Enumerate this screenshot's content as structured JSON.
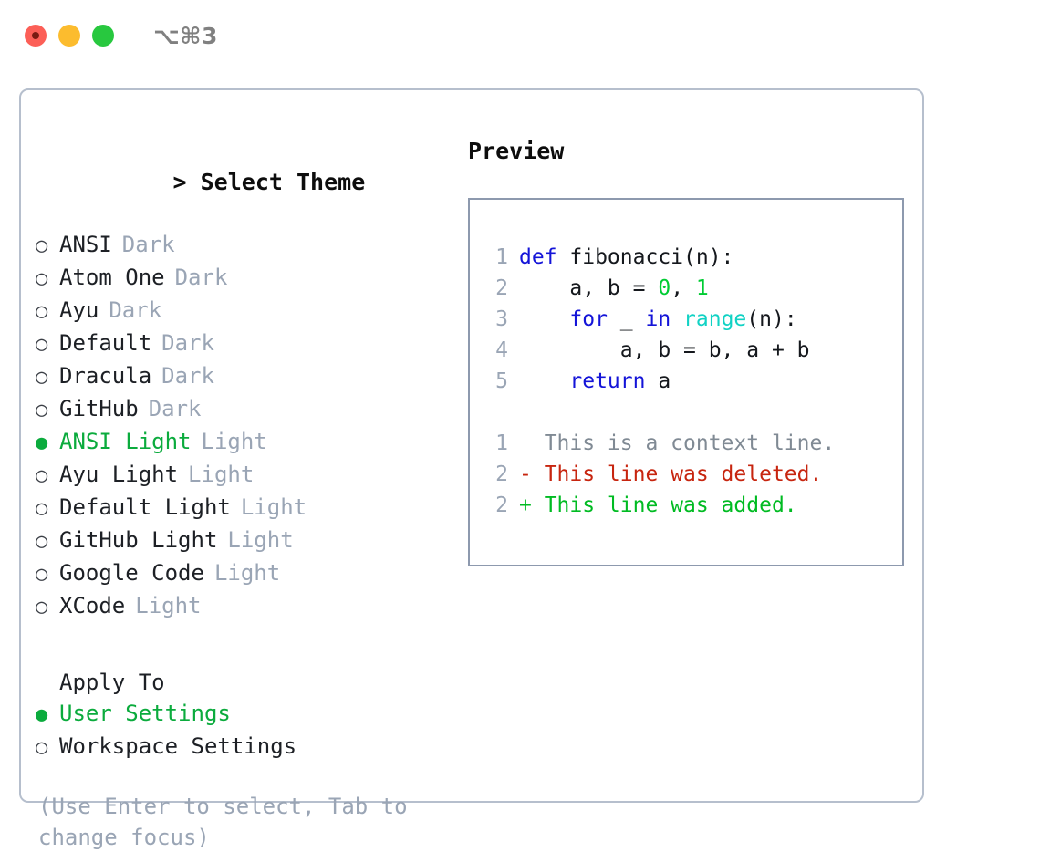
{
  "window": {
    "title": "⌥⌘3",
    "traffic_lights": [
      "close-button",
      "minimize-button",
      "maximize-button"
    ]
  },
  "colors": {
    "accent_green": "#0bab3d",
    "muted": "#9aa5b5",
    "keyword_blue": "#1414d8",
    "function_cyan": "#11d2c4",
    "number_green": "#00cc33",
    "diff_delete_red": "#c7250f",
    "diff_add_green": "#00bb22",
    "panel_border": "#b6bfcd",
    "code_border": "#8d99ae"
  },
  "theme_picker": {
    "heading_prefix": "> ",
    "heading": "Select Theme",
    "bullet_off": "○",
    "bullet_on": "●",
    "items": [
      {
        "label": "ANSI",
        "tag": "Dark",
        "selected": false
      },
      {
        "label": "Atom One",
        "tag": "Dark",
        "selected": false
      },
      {
        "label": "Ayu",
        "tag": "Dark",
        "selected": false
      },
      {
        "label": "Default",
        "tag": "Dark",
        "selected": false
      },
      {
        "label": "Dracula",
        "tag": "Dark",
        "selected": false
      },
      {
        "label": "GitHub",
        "tag": "Dark",
        "selected": false
      },
      {
        "label": "ANSI Light",
        "tag": "Light",
        "selected": true
      },
      {
        "label": "Ayu Light",
        "tag": "Light",
        "selected": false
      },
      {
        "label": "Default Light",
        "tag": "Light",
        "selected": false
      },
      {
        "label": "GitHub Light",
        "tag": "Light",
        "selected": false
      },
      {
        "label": "Google Code",
        "tag": "Light",
        "selected": false
      },
      {
        "label": "XCode",
        "tag": "Light",
        "selected": false
      }
    ]
  },
  "apply_to": {
    "heading": "Apply To",
    "items": [
      {
        "label": "User Settings",
        "selected": true
      },
      {
        "label": "Workspace Settings",
        "selected": false
      }
    ]
  },
  "hint": "(Use Enter to select, Tab to change focus)",
  "preview": {
    "heading": "Preview",
    "code_lines": [
      {
        "num": "1",
        "tokens": [
          {
            "t": "def",
            "c": "k-kw"
          },
          {
            "t": " fibonacci(n):",
            "c": "code-txt"
          }
        ]
      },
      {
        "num": "2",
        "tokens": [
          {
            "t": "    a, b = ",
            "c": "code-txt"
          },
          {
            "t": "0",
            "c": "k-num"
          },
          {
            "t": ", ",
            "c": "code-txt"
          },
          {
            "t": "1",
            "c": "k-num"
          }
        ]
      },
      {
        "num": "3",
        "tokens": [
          {
            "t": "    ",
            "c": "code-txt"
          },
          {
            "t": "for",
            "c": "k-kw"
          },
          {
            "t": " _ ",
            "c": "code-txt"
          },
          {
            "t": "in",
            "c": "k-kw"
          },
          {
            "t": " ",
            "c": "code-txt"
          },
          {
            "t": "range",
            "c": "k-fn"
          },
          {
            "t": "(n):",
            "c": "code-txt"
          }
        ]
      },
      {
        "num": "4",
        "tokens": [
          {
            "t": "        a, b = b, a + b",
            "c": "code-txt"
          }
        ]
      },
      {
        "num": "5",
        "tokens": [
          {
            "t": "    ",
            "c": "code-txt"
          },
          {
            "t": "return",
            "c": "k-kw"
          },
          {
            "t": " a",
            "c": "code-txt"
          }
        ]
      }
    ],
    "diff_lines": [
      {
        "num": "1",
        "tokens": [
          {
            "t": "  This is a context line.",
            "c": "k-ctx"
          }
        ]
      },
      {
        "num": "2",
        "tokens": [
          {
            "t": "- This line was deleted.",
            "c": "k-del"
          }
        ]
      },
      {
        "num": "2",
        "tokens": [
          {
            "t": "+ This line was added.",
            "c": "k-add"
          }
        ]
      }
    ]
  }
}
